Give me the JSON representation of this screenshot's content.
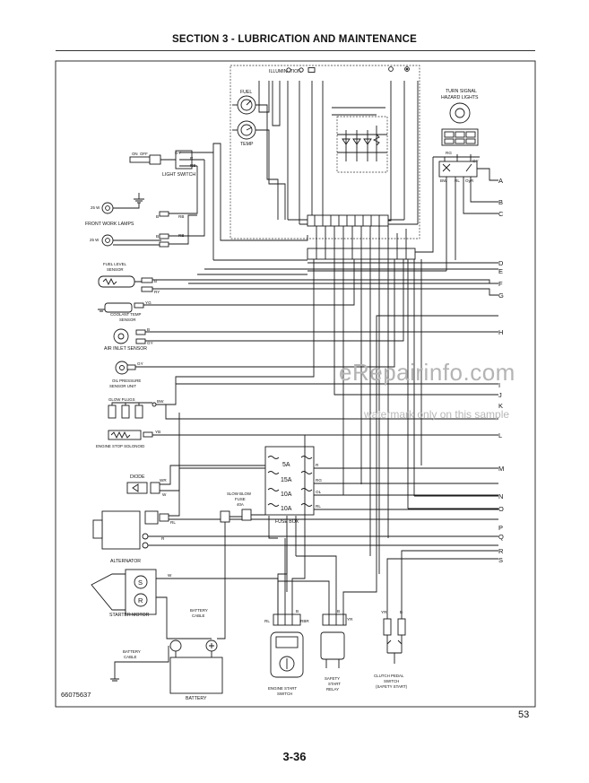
{
  "header": {
    "section_title": "SECTION 3 - LUBRICATION AND MAINTENANCE"
  },
  "footer": {
    "page_number": "3-36",
    "figure_number": "53",
    "diagram_code": "66075637"
  },
  "watermark": {
    "brand": "eRepairinfo.com",
    "note": "watermark only on this sample"
  },
  "gauge_cluster": {
    "illumination": "ILLUMINATION",
    "fuel": "FUEL",
    "temp": "TEMP"
  },
  "components": {
    "turn_signal": [
      "TURN SIGNAL",
      "HAZARD LIGHTS"
    ],
    "on_label": "ON",
    "off_label": "OFF",
    "light_switch": "LIGHT SWITCH",
    "work_lamp_w1": "25 W",
    "work_lamp_w2": "25 W",
    "front_work_lamps": "FRONT WORK LAMPS",
    "fuel_level_sensor": [
      "FUEL LEVEL",
      "SENSOR"
    ],
    "coolant_temp_sensor": [
      "COOLANT TEMP",
      "SENSOR"
    ],
    "air_inlet_sensor": "AIR INLET SENSOR",
    "oil_pressure_sensor": [
      "OIL PRESSURE",
      "SENSOR UNIT"
    ],
    "glow_plugs": "GLOW PLUGS",
    "engine_stop_solenoid": "ENGINE STOP SOLONOID",
    "diode": "DIODE",
    "slow_blow_fuse": [
      "SLOW BLOW",
      "FUSE",
      "40A"
    ],
    "fuse_box": "FUSE BOX",
    "fuses": [
      "5A",
      "15A",
      "10A",
      "10A"
    ],
    "alternator": "ALTERNATOR",
    "starter_motor": "STARTER MOTOR",
    "starter_s": "S",
    "starter_r": "R",
    "battery_cable_1": [
      "BATTERY",
      "CABLE"
    ],
    "battery_cable_2": [
      "BATTERY",
      "CABLE"
    ],
    "battery": "BATTERY",
    "engine_start_switch": [
      "ENGINE START",
      "SWITCH"
    ],
    "safety_start_relay": [
      "SAFETY",
      "START",
      "RELAY"
    ],
    "clutch_pedal_switch": [
      "CLUTCH PEDAL",
      "SWITCH",
      "(SAFETY START)"
    ]
  },
  "connector_letters": [
    "A",
    "B",
    "C",
    "D",
    "E",
    "F",
    "G",
    "H",
    "I",
    "J",
    "K",
    "L",
    "M",
    "N",
    "O",
    "P",
    "Q",
    "R",
    "S"
  ],
  "wire_codes": {
    "light_switch": [
      "GY",
      "R",
      "RB"
    ],
    "lamps": [
      "B",
      "RB",
      "B",
      "RB"
    ],
    "fuel_sensor": [
      "B",
      "RY"
    ],
    "coolant": "YG",
    "air_inlet": [
      "B",
      "GY"
    ],
    "oil": "GY",
    "glow": "BW",
    "solenoid": "YB",
    "diode": [
      "WR",
      "W"
    ],
    "alternator": [
      "RL",
      "R"
    ],
    "starter": "W",
    "fuse_box": [
      "R",
      "RG",
      "OL",
      "RL"
    ],
    "turn_signal": [
      "RG",
      "OY",
      "BW",
      "RL",
      "OyR"
    ],
    "ignition": [
      "RL",
      "B",
      "RBR"
    ],
    "relay": [
      "B",
      "YR"
    ],
    "clutch": [
      "YR",
      "B"
    ]
  },
  "colors": {
    "ink": "#1a1a1a",
    "watermark": "#b4b4b4"
  }
}
